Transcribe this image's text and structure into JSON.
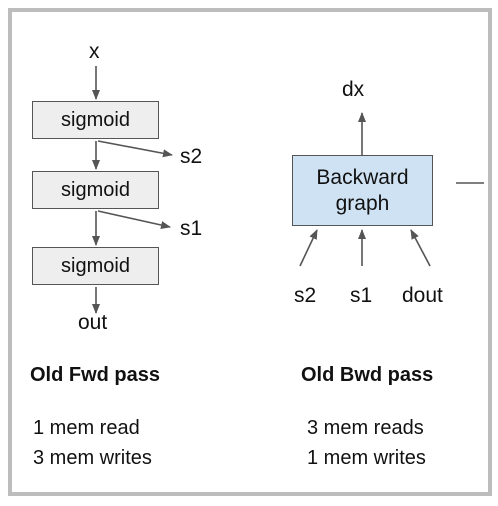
{
  "forward": {
    "input_label": "x",
    "blocks": [
      "sigmoid",
      "sigmoid",
      "sigmoid"
    ],
    "saved": [
      "s2",
      "s1"
    ],
    "output_label": "out",
    "title": "Old Fwd pass",
    "stats": [
      "1 mem read",
      "3 mem writes"
    ]
  },
  "backward": {
    "output_label": "dx",
    "block_line1": "Backward",
    "block_line2": "graph",
    "inputs": [
      "s2",
      "s1",
      "dout"
    ],
    "title": "Old Bwd pass",
    "stats": [
      "3 mem reads",
      "1 mem writes"
    ]
  },
  "colors": {
    "frame_border": "#bdbdbd",
    "sigmoid_fill": "#eeeeee",
    "backward_fill": "#cfe2f3",
    "arrow": "#555555"
  }
}
